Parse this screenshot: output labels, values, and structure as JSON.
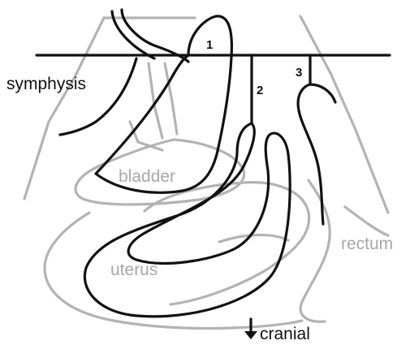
{
  "labels": {
    "symphysis": "symphysis",
    "bladder": "bladder",
    "uterus": "uterus",
    "rectum": "rectum",
    "cranial": "cranial",
    "probe_1": "1",
    "probe_2": "2",
    "probe_3": "3"
  },
  "colors": {
    "outline_black": "#111111",
    "anatomy_grey": "#b3b3b3",
    "background": "#ffffff"
  },
  "icons": {
    "direction": "arrow-down-icon"
  }
}
